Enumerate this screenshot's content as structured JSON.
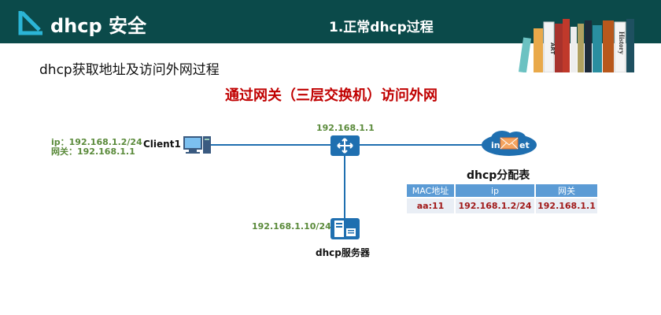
{
  "header": {
    "logo_text": "dhcp 安全",
    "slide_title": "1.正常dhcp过程",
    "books": [
      "ART",
      "History"
    ]
  },
  "subtitle": "dhcp获取地址及访问外网过程",
  "diagram_title": "通过网关（三层交换机）访问外网",
  "client": {
    "ip_line": "ip：192.168.1.2/24",
    "gw_line": "网关：192.168.1.1",
    "name": "Client1"
  },
  "switch": {
    "ip": "192.168.1.1"
  },
  "cloud": {
    "label_left": "in",
    "label_right": "et"
  },
  "server": {
    "ip": "192.168.1.10/24",
    "name": "dhcp服务器"
  },
  "table": {
    "title": "dhcp分配表",
    "headers": [
      "MAC地址",
      "ip",
      "网关"
    ],
    "rows": [
      [
        "aa:11",
        "192.168.1.2/24",
        "192.168.1.1"
      ]
    ]
  }
}
